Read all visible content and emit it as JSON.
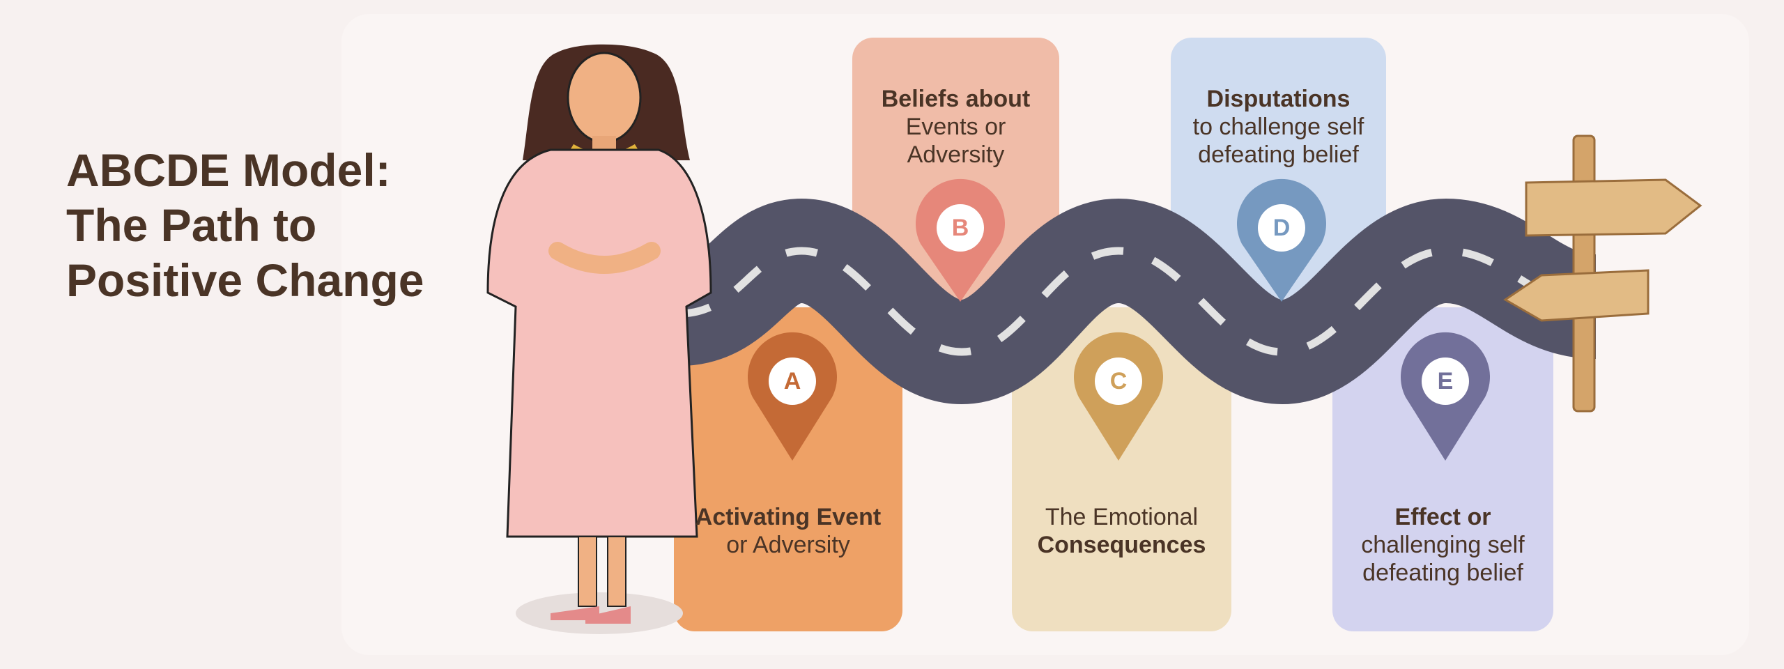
{
  "title": {
    "line1": "ABCDE Model:",
    "line2": "The Path to",
    "line3": "Positive Change"
  },
  "steps": [
    {
      "letter": "A",
      "title": "Activating Event",
      "sub": "or Adversity",
      "card_color": "#eea166",
      "pin_color": "#c46a36"
    },
    {
      "letter": "B",
      "title": "Beliefs about",
      "sub1": "Events or",
      "sub2": "Adversity",
      "card_color": "#f0bca8",
      "pin_color": "#e6877a"
    },
    {
      "letter": "C",
      "pre": "The Emotional",
      "title": "Consequences",
      "card_color": "#efdfc0",
      "pin_color": "#cfa05a"
    },
    {
      "letter": "D",
      "title": "Disputations",
      "sub1": "to challenge self",
      "sub2": "defeating belief",
      "card_color": "#cfdcf0",
      "pin_color": "#7699c0"
    },
    {
      "letter": "E",
      "title": "Effect or",
      "sub1": "challenging self",
      "sub2": "defeating belief",
      "card_color": "#d3d3ef",
      "pin_color": "#72709a"
    }
  ],
  "colors": {
    "road": "#545468",
    "dash": "#e2e2e2",
    "text": "#4a3426"
  }
}
